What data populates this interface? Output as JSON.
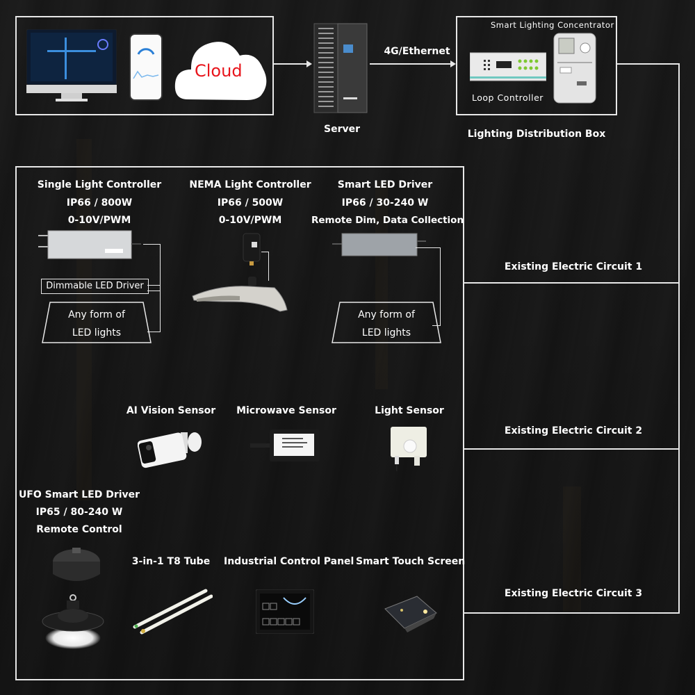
{
  "top_row": {
    "cloud_label": "Cloud",
    "server_label": "Server",
    "link_label": "4G/Ethernet",
    "distribution_box": {
      "title": "Lighting Distribution Box",
      "concentrator_label": "Smart Lighting Concentrator",
      "loop_controller_label": "Loop Controller"
    }
  },
  "circuits": [
    {
      "label": "Existing Electric Circuit 1"
    },
    {
      "label": "Existing Electric Circuit 2"
    },
    {
      "label": "Existing Electric Circuit 3"
    }
  ],
  "controllers": [
    {
      "name": "Single Light Controller",
      "spec": "IP66 / 800W",
      "control": "0-10V/PWM"
    },
    {
      "name": "NEMA Light Controller",
      "spec": "IP66 / 500W",
      "control": "0-10V/PWM"
    },
    {
      "name": "Smart LED Driver",
      "spec": "IP66 / 30-240 W",
      "control": "Remote Dim, Data Collection"
    }
  ],
  "dimmable_driver_label": "Dimmable LED Driver",
  "led_lights": [
    {
      "line1": "Any form of",
      "line2": "LED lights"
    },
    {
      "line1": "Any form of",
      "line2": "LED lights"
    }
  ],
  "sensors": [
    {
      "name": "AI Vision Sensor"
    },
    {
      "name": "Microwave Sensor"
    },
    {
      "name": "Light Sensor"
    }
  ],
  "ufo_driver": {
    "name": "UFO Smart LED Driver",
    "spec": "IP65 / 80-240 W",
    "control": "Remote Control"
  },
  "bottom_devices": [
    {
      "name": "3-in-1 T8 Tube"
    },
    {
      "name": "Industrial Control Panel"
    },
    {
      "name": "Smart Touch Screen"
    }
  ],
  "colors": {
    "cloud_text": "#e8141b",
    "line": "#e8e8e8",
    "text": "#ffffff"
  }
}
